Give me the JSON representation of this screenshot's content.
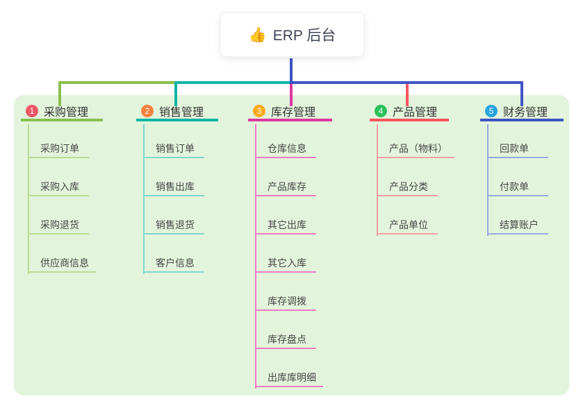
{
  "root": {
    "emoji": "👍",
    "icon": "thumbs-up-icon",
    "label": "ERP 后台",
    "line_color": "#3f54c5"
  },
  "colors": {
    "panel_bg": "#e3f4dc",
    "canvas_bg": "#ffffff"
  },
  "branches": [
    {
      "num": "1",
      "label": "采购管理",
      "badge_color": "#ed5666",
      "line_color": "#8abf4f",
      "tint_color": "#b7dc92",
      "children": [
        "采购订单",
        "采购入库",
        "采购退货",
        "供应商信息"
      ]
    },
    {
      "num": "2",
      "label": "销售管理",
      "badge_color": "#f6813d",
      "line_color": "#0ab5a7",
      "tint_color": "#7fd6cb",
      "children": [
        "销售订单",
        "销售出库",
        "销售退货",
        "客户信息"
      ]
    },
    {
      "num": "3",
      "label": "库存管理",
      "badge_color": "#fbaa1c",
      "line_color": "#dd39a1",
      "tint_color": "#ee7cc4",
      "children": [
        "仓库信息",
        "产品库存",
        "其它出库",
        "其它入库",
        "库存调拨",
        "库存盘点",
        "出库库明细"
      ]
    },
    {
      "num": "4",
      "label": "产品管理",
      "badge_color": "#2cc05c",
      "line_color": "#f8565f",
      "tint_color": "#faa0a5",
      "children": [
        "产品（物料）",
        "产品分类",
        "产品单位"
      ]
    },
    {
      "num": "5",
      "label": "财务管理",
      "badge_color": "#27a5e1",
      "line_color": "#3f54c5",
      "tint_color": "#95a9e3",
      "children": [
        "回款单",
        "付款单",
        "结算账户"
      ]
    }
  ]
}
